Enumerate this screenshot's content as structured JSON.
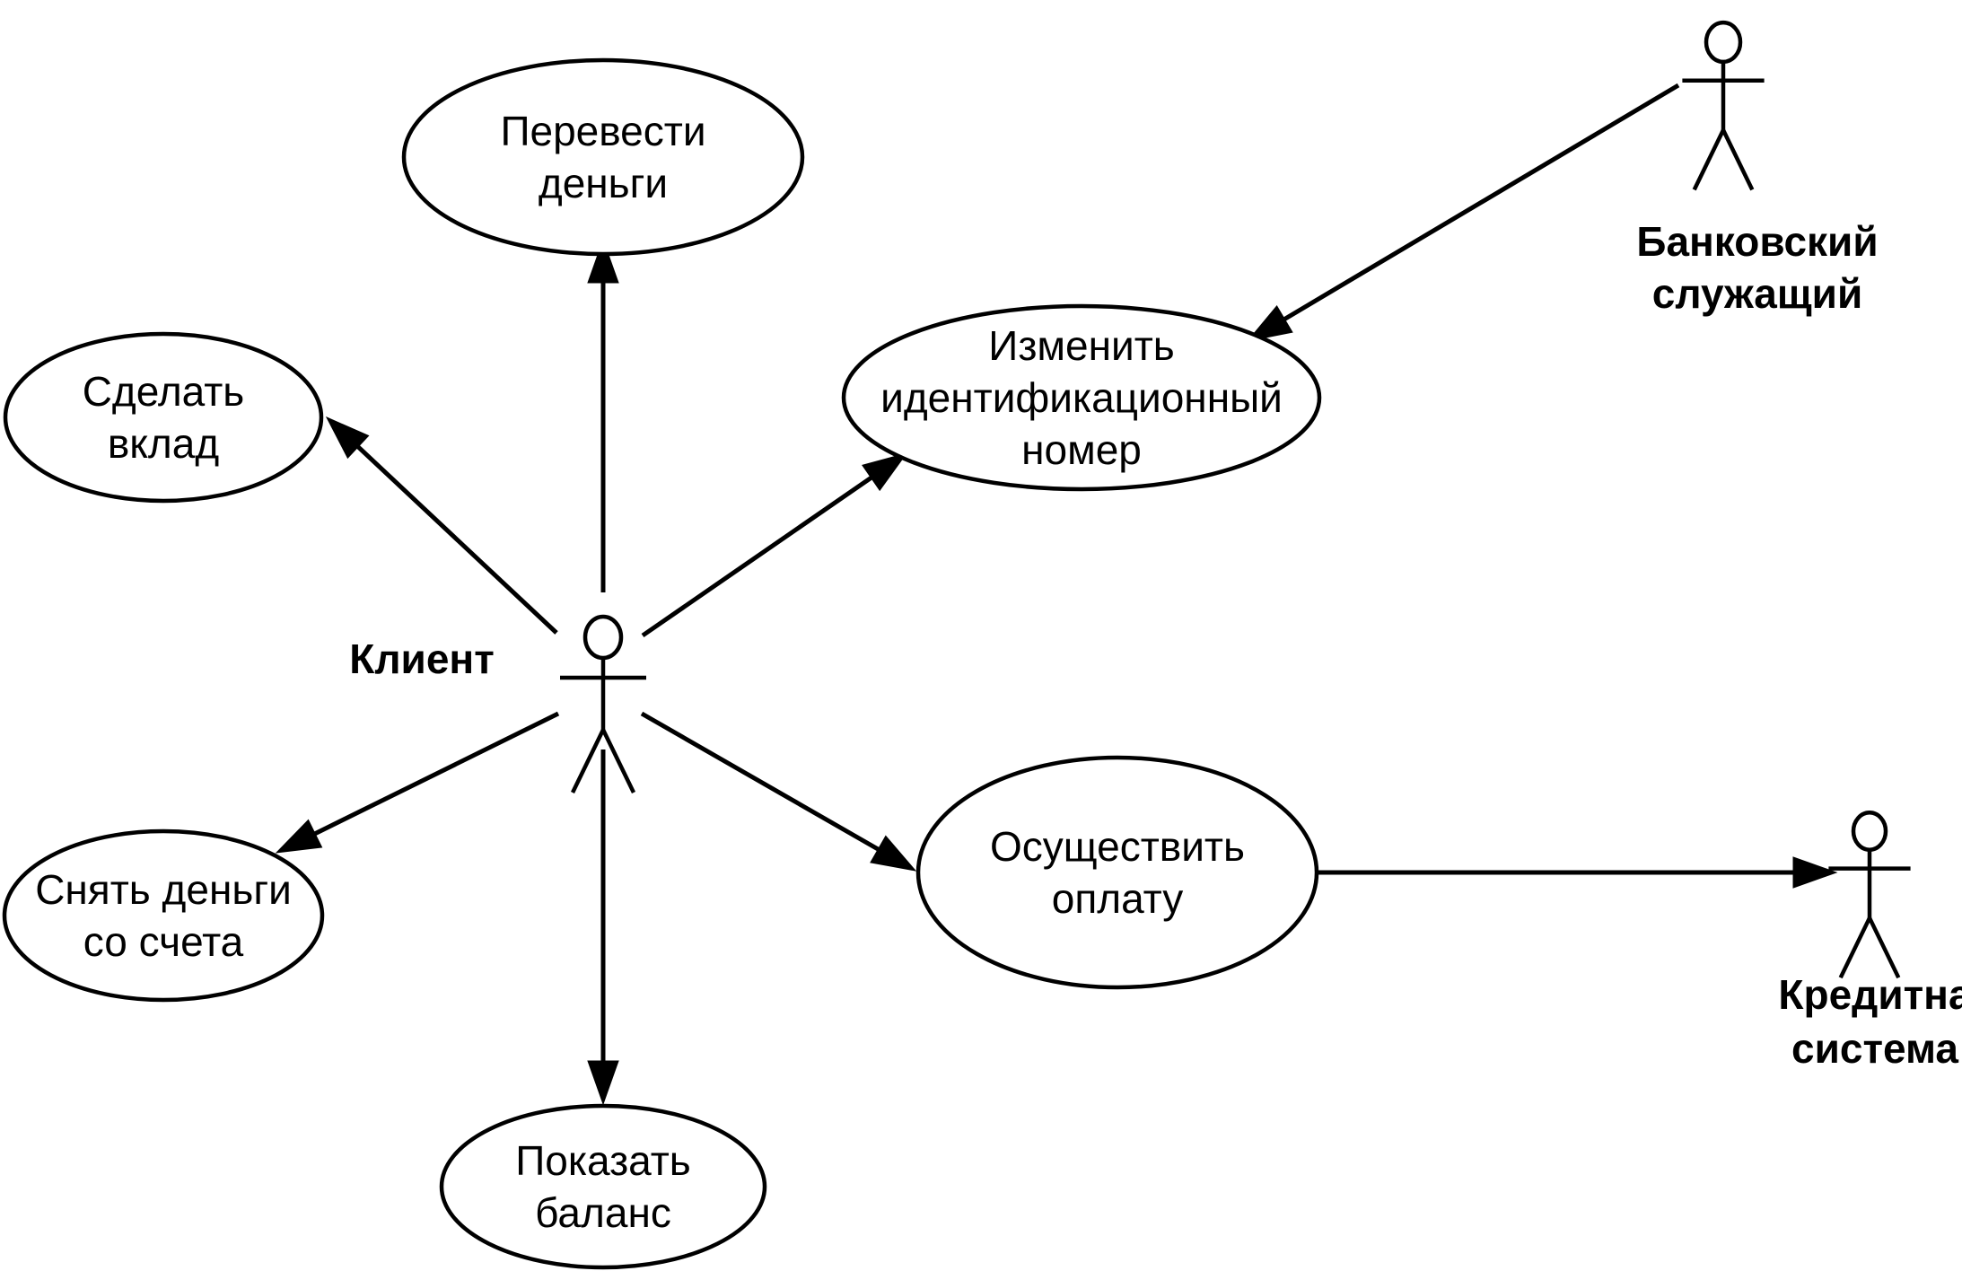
{
  "diagram": {
    "type": "use-case",
    "actors": [
      {
        "id": "client",
        "icon": "stick-figure-icon",
        "lines": [
          "Клиент"
        ]
      },
      {
        "id": "bank-employee",
        "icon": "stick-figure-icon",
        "lines": [
          "Банковский",
          "служащий"
        ]
      },
      {
        "id": "credit-system",
        "icon": "stick-figure-icon",
        "lines": [
          "Кредитна",
          "система"
        ]
      }
    ],
    "use_cases": [
      {
        "id": "transfer-money",
        "lines": [
          "Перевести",
          "деньги"
        ]
      },
      {
        "id": "make-deposit",
        "lines": [
          "Сделать",
          "вклад"
        ]
      },
      {
        "id": "change-pin",
        "lines": [
          "Изменить",
          "идентификационный",
          "номер"
        ]
      },
      {
        "id": "withdraw-money",
        "lines": [
          "Снять деньги",
          "со счета"
        ]
      },
      {
        "id": "make-payment",
        "lines": [
          "Осуществить",
          "оплату"
        ]
      },
      {
        "id": "show-balance",
        "lines": [
          "Показать",
          "баланс"
        ]
      }
    ],
    "associations": [
      {
        "from": "client",
        "to": "transfer-money"
      },
      {
        "from": "client",
        "to": "make-deposit"
      },
      {
        "from": "client",
        "to": "change-pin"
      },
      {
        "from": "client",
        "to": "withdraw-money"
      },
      {
        "from": "client",
        "to": "make-payment"
      },
      {
        "from": "client",
        "to": "show-balance"
      },
      {
        "from": "bank-employee",
        "to": "change-pin"
      },
      {
        "from": "make-payment",
        "to": "credit-system"
      }
    ]
  }
}
